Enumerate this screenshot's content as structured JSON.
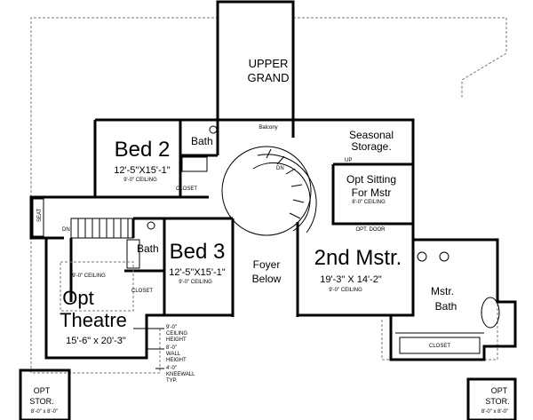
{
  "rooms": {
    "upper_grand": {
      "line1": "UPPER",
      "line2": "GRAND"
    },
    "balcony": "Balcony",
    "bed2": {
      "name": "Bed 2",
      "dims": "12'-5\"X15'-1\"",
      "ceiling": "9'-0\" CEILING"
    },
    "bath1": "Bath",
    "closet1": "CLOSET",
    "seasonal": {
      "line1": "Seasonal",
      "line2": "Storage."
    },
    "up": "UP",
    "dn_spiral": "DN",
    "sitting": {
      "line1": "Opt Sitting",
      "line2": "For Mstr",
      "ceiling": "8'-0\" CEILING"
    },
    "opt_door": "OPT. DOOR",
    "seat": "SEAT",
    "dn_stair": "DN",
    "bath2": "Bath",
    "bed3": {
      "name": "Bed 3",
      "dims": "12'-5\"X15'-1\"",
      "ceiling": "9'-0\" CEILING"
    },
    "closet2": "CLOSET",
    "foyer": {
      "line1": "Foyer",
      "line2": "Below"
    },
    "master": {
      "name": "2nd Mstr.",
      "dims": "19'-3\" X 14'-2\"",
      "ceiling": "9'-0\" CEILING"
    },
    "mstr_bath": {
      "line1": "Mstr.",
      "line2": "Bath"
    },
    "closet3": "CLOSET",
    "theatre": {
      "line1": "Opt",
      "line2": "Theatre",
      "dims": "15'-6\" x 20'-3\"",
      "ceiling": "9'-0\" CEILING"
    },
    "notes": {
      "ceiling": [
        "9'-0\"",
        "CEILING",
        "HEIGHT"
      ],
      "wall": [
        "8'-0\"",
        "WALL",
        "HEIGHT"
      ],
      "knee": [
        "4'-0\"",
        "KNEEWALL",
        "TYP."
      ]
    },
    "stor_left": {
      "line1": "OPT",
      "line2": "STOR.",
      "dims": "8'-0\" x 8'-0\""
    },
    "stor_right": {
      "line1": "OPT",
      "line2": "STOR.",
      "dims": "8'-0\" x 8'-0\""
    }
  }
}
